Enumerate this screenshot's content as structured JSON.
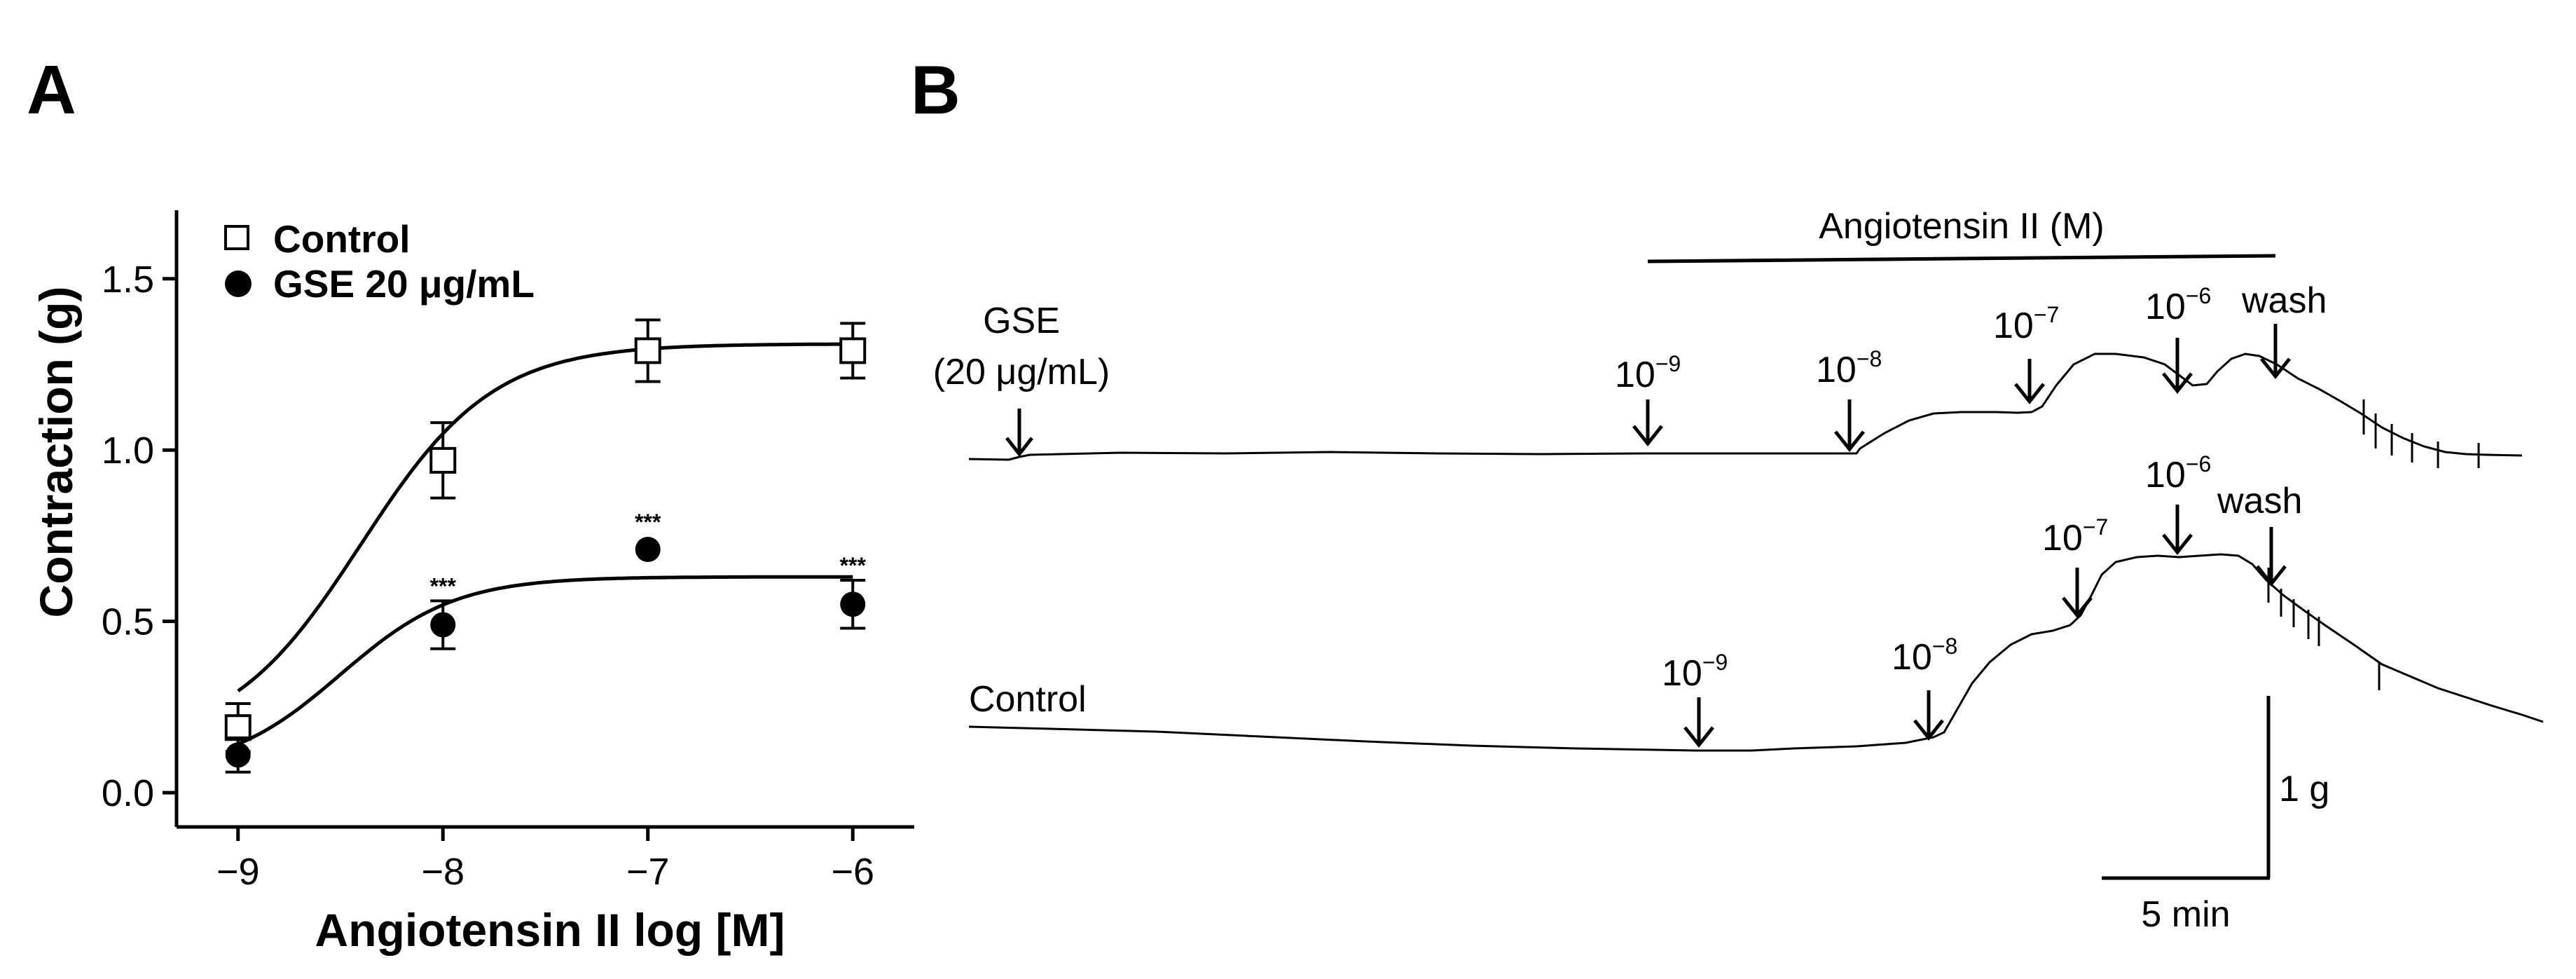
{
  "panel_a": {
    "letter": "A",
    "xlabel": "Angiotensin II log [M]",
    "ylabel": "Contraction (g)"
  },
  "panel_b": {
    "letter": "B",
    "bar_label": "Angiotensin II (M)",
    "gse_label_line1": "GSE",
    "gse_label_line2": "(20 μg/mL)",
    "control_label": "Control",
    "wash_label": "wash",
    "scale_y_label": "1 g",
    "scale_x_label": "5 min",
    "conc_base": "10",
    "conc_exponents": [
      "−9",
      "−8",
      "−7",
      "−6"
    ]
  },
  "chart_data": [
    {
      "type": "line",
      "xlabel": "Angiotensin II log [M]",
      "ylabel": "Contraction (g)",
      "xlim": [
        -9.3,
        -5.7
      ],
      "ylim": [
        -0.1,
        1.7
      ],
      "xticks": [
        -9,
        -8,
        -7,
        -6
      ],
      "xtick_labels": [
        "−9",
        "−8",
        "−7",
        "−6"
      ],
      "yticks": [
        0.0,
        0.5,
        1.0,
        1.5
      ],
      "ytick_labels": [
        "0.0",
        "0.5",
        "1.0",
        "1.5"
      ],
      "grid": false,
      "legend": "top-left",
      "x": [
        -9,
        -8,
        -7,
        -6
      ],
      "series": [
        {
          "name": "Control",
          "marker": "open-square",
          "values": [
            0.19,
            0.97,
            1.29,
            1.29
          ],
          "errors": [
            0.07,
            0.11,
            0.09,
            0.08
          ],
          "annotations": [
            "",
            "",
            "",
            ""
          ]
        },
        {
          "name": "GSE 20 μg/mL",
          "marker": "filled-circle",
          "values": [
            0.11,
            0.49,
            0.71,
            0.55
          ],
          "errors": [
            0.05,
            0.07,
            0.0,
            0.07
          ],
          "annotations": [
            "",
            "***",
            "***",
            "***"
          ]
        }
      ]
    }
  ]
}
